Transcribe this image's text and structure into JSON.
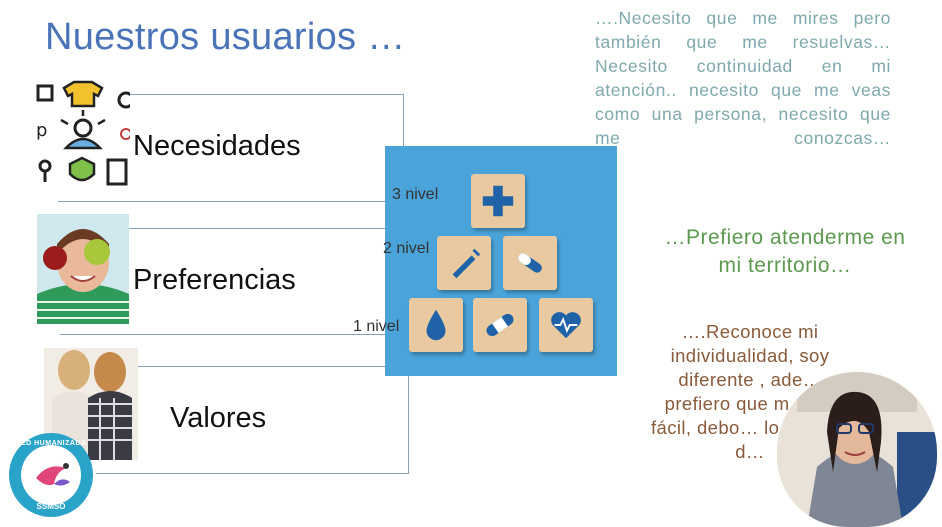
{
  "slide": {
    "title": "Nuestros usuarios …",
    "rows": [
      {
        "label": "Necesidades",
        "icon": "needs-icon-grid"
      },
      {
        "label": "Preferencias",
        "icon": "woman-apple-photo"
      },
      {
        "label": "Valores",
        "icon": "friends-hugging-photo"
      }
    ],
    "levels": [
      "3 nivel",
      "2 nivel",
      "1 nivel"
    ],
    "quotes": [
      "….Necesito que me mires pero también que me resuelvas… Necesito continuidad en mi atención.. necesito que me veas como una persona, necesito que me conozcas…",
      "…Prefiero atenderme en mi territorio…",
      "….Reconoce mi individualidad, soy diferente , ade… prefiero que m… en fácil, debo… lo que me d…"
    ],
    "logo": {
      "top_text": "RED HUMANIZADA",
      "bottom_text": "SSMSO"
    },
    "colors": {
      "title": "#4a73b8",
      "quote1": "#7fa9ad",
      "quote2": "#5b9a4f",
      "quote3": "#8a5a3a",
      "board": "#4aa3d9"
    }
  }
}
